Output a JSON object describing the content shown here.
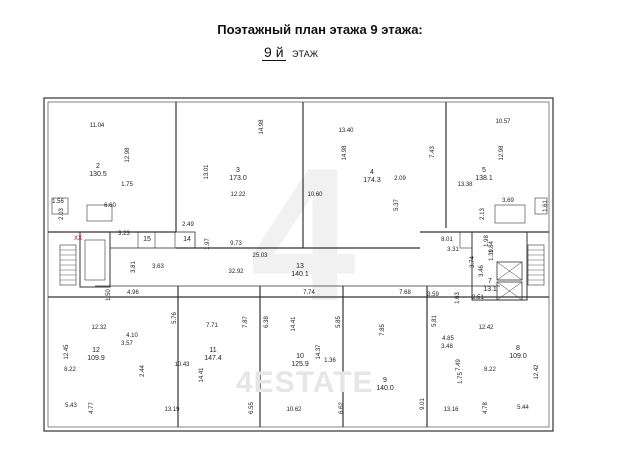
{
  "title": "Поэтажный план этажа 9 этажа:",
  "floor": {
    "number": "9",
    "suffix": "й",
    "word": "ЭТАЖ"
  },
  "watermark": "4ESTATE",
  "watermark_mark": "4",
  "marker": "XX",
  "rooms": [
    {
      "num": "2",
      "area": "130.5"
    },
    {
      "num": "3",
      "area": "173.0"
    },
    {
      "num": "4",
      "area": "174.3"
    },
    {
      "num": "5",
      "area": "138.1"
    },
    {
      "num": "13",
      "area": "140.1"
    },
    {
      "num": "12",
      "area": "109.9"
    },
    {
      "num": "11",
      "area": "147.4"
    },
    {
      "num": "10",
      "area": "125.9"
    },
    {
      "num": "9",
      "area": "140.0"
    },
    {
      "num": "8",
      "area": "109.0"
    },
    {
      "num": "15",
      "area": ""
    },
    {
      "num": "14",
      "area": ""
    },
    {
      "num": "7",
      "area": "13.1"
    }
  ],
  "dimensions": [
    "11.04",
    "12.98",
    "1.75",
    "6.60",
    "1.56",
    "2.03",
    "13.01",
    "14.98",
    "12.22",
    "2.49",
    "3.23",
    "13.40",
    "14.98",
    "10.60",
    "2.09",
    "5.37",
    "7.43",
    "10.57",
    "12.98",
    "13.38",
    "3.69",
    "2.13",
    "1.61",
    "9.73",
    "25.03",
    "8.01",
    "3.31",
    "1.84",
    "3.81",
    "3.63",
    "32.92",
    "3.74",
    "3.46",
    "1.50",
    "4.96",
    "7.74",
    "7.68",
    "3.59",
    "1.63",
    "2.51",
    "12.32",
    "5.76",
    "7.71",
    "7.87",
    "6.38",
    "14.41",
    "5.85",
    "7.85",
    "5.81",
    "12.42",
    "12.45",
    "4.10",
    "3.57",
    "14.37",
    "4.85",
    "3.48",
    "8.22",
    "2.44",
    "10.43",
    "1.36",
    "7.49",
    "8.22",
    "12.42",
    "14.41",
    "1.75",
    "5.43",
    "4.77",
    "13.19",
    "6.55",
    "10.62",
    "6.62",
    "9.01",
    "13.16",
    "4.78",
    "5.44",
    "1.97",
    "1.98",
    "1.39"
  ]
}
